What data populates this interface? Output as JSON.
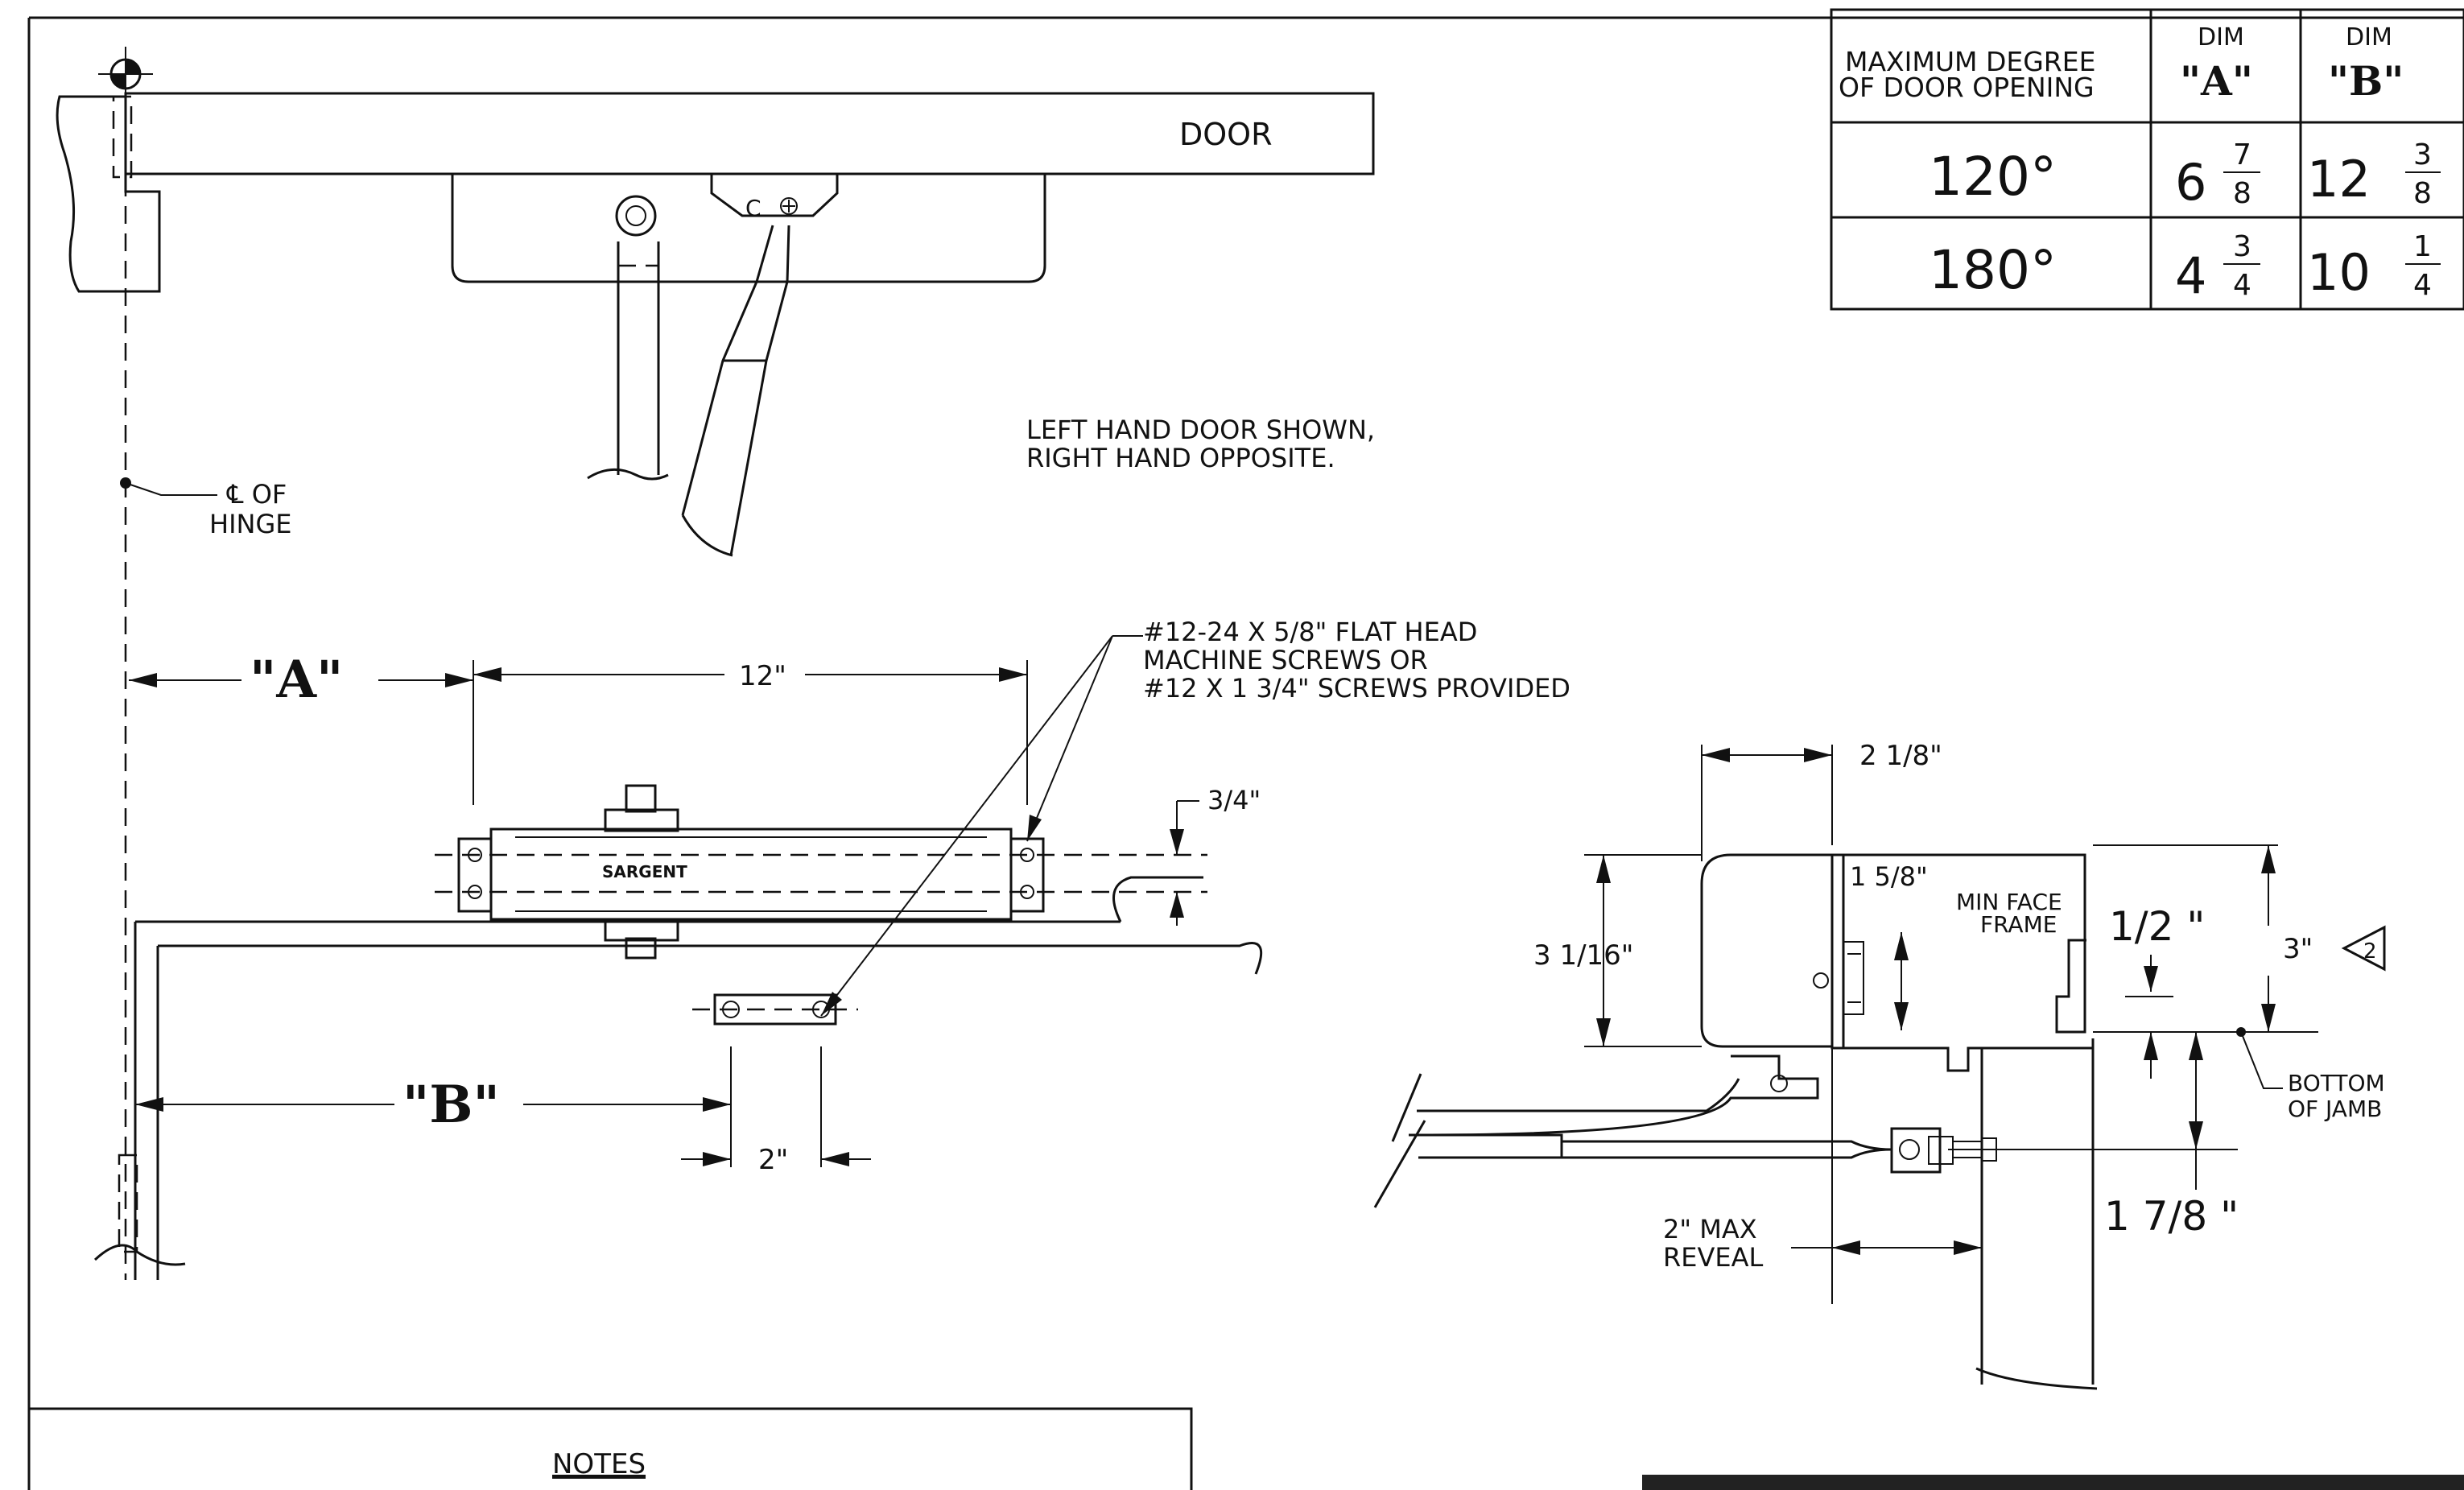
{
  "labels": {
    "door": "DOOR",
    "hand_note": [
      "LEFT HAND DOOR SHOWN,",
      "RIGHT HAND OPPOSITE."
    ],
    "hinge": [
      "℄ OF",
      "HINGE"
    ],
    "dim_a": "\"A\"",
    "dim_b": "\"B\"",
    "twelve": "12\"",
    "three_quarter": "3/4\"",
    "two": "2\"",
    "brand": "SARGENT",
    "screws": [
      "#12-24 X 5/8\" FLAT HEAD",
      "MACHINE SCREWS OR",
      "#12 X 1 3/4\" SCREWS PROVIDED"
    ],
    "small_c": "C",
    "two_eighth": "2 1/8\"",
    "one_five_eighth": "1 5/8\"",
    "min_face": [
      "MIN FACE",
      "FRAME"
    ],
    "half": "1/2 \"",
    "three": "3\"",
    "rev_tag": "2",
    "three_sixteenth": "3 1/16\"",
    "bottom_jamb": [
      "BOTTOM",
      "OF JAMB"
    ],
    "one_seven_eighth": "1 7/8 \"",
    "reveal": [
      "2\" MAX",
      "REVEAL"
    ],
    "notes": "NOTES"
  },
  "table": {
    "header": {
      "col1": [
        "MAXIMUM DEGREE",
        "OF DOOR OPENING"
      ],
      "dim": "DIM",
      "a": "\"A\"",
      "b": "\"B\""
    },
    "rows": [
      {
        "degree": "120°",
        "a_whole": "6",
        "a_num": "7",
        "a_den": "8",
        "b_whole": "12",
        "b_num": "3",
        "b_den": "8"
      },
      {
        "degree": "180°",
        "a_whole": "4",
        "a_num": "3",
        "a_den": "4",
        "b_whole": "10",
        "b_num": "1",
        "b_den": "4"
      }
    ]
  }
}
